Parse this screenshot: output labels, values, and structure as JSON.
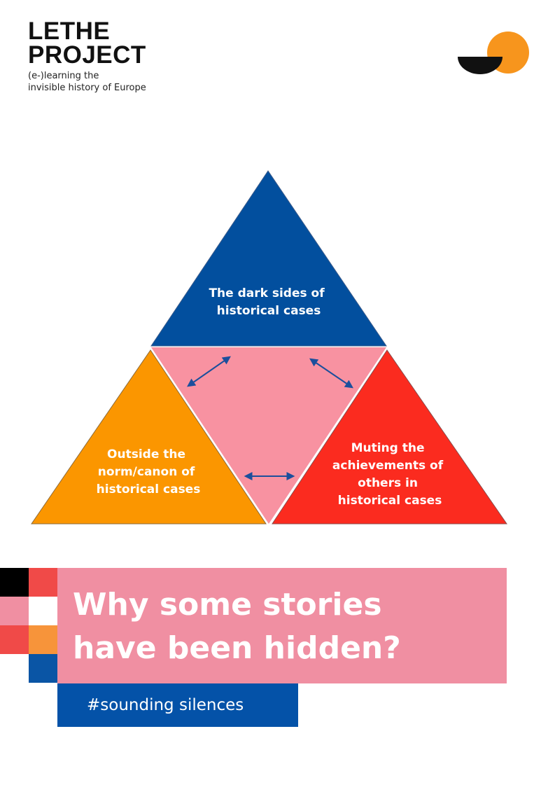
{
  "header": {
    "logo_line1": "LETHE",
    "logo_line2": "PROJECT",
    "tagline_line1": "(e-)learning the",
    "tagline_line2": "invisible history of Europe"
  },
  "diagram": {
    "top_lines": [
      "The dark sides of",
      "historical cases"
    ],
    "left_lines": [
      "Outside the",
      "norm/canon of",
      "historical cases"
    ],
    "right_lines": [
      "Muting the",
      "achievements of",
      "others in",
      "historical cases"
    ]
  },
  "banner": {
    "title_line1": "Why some stories",
    "title_line2": "have been hidden?",
    "hashtag": "#sounding silences"
  },
  "colors": {
    "blue": "#024f9e",
    "orange": "#fb9600",
    "red": "#fb2b1f",
    "pink": "#f892a1",
    "banner_pink": "#f08fa2",
    "tag_blue": "#0452a8",
    "mark_orange": "#f7951d"
  }
}
